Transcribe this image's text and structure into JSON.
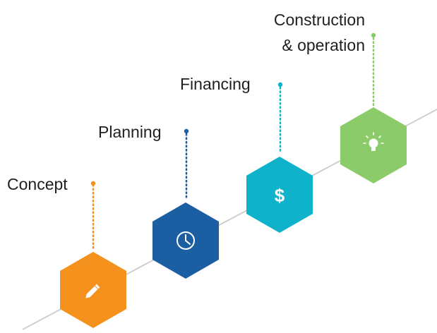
{
  "stages": [
    {
      "label": "Concept",
      "icon": "pencil-icon",
      "color": "#f5921e"
    },
    {
      "label": "Planning",
      "icon": "clock-icon",
      "color": "#1b5ea2"
    },
    {
      "label": "Financing",
      "icon": "dollar-icon",
      "color": "#0eb2cb",
      "icon_text": "$"
    },
    {
      "label": "Construction",
      "label_line2": "& operation",
      "icon": "lightbulb-icon",
      "color": "#8ccb6a"
    }
  ],
  "colors": {
    "baseline": "#cfcfcf",
    "text": "#1f1f1f",
    "icon": "#ffffff"
  }
}
